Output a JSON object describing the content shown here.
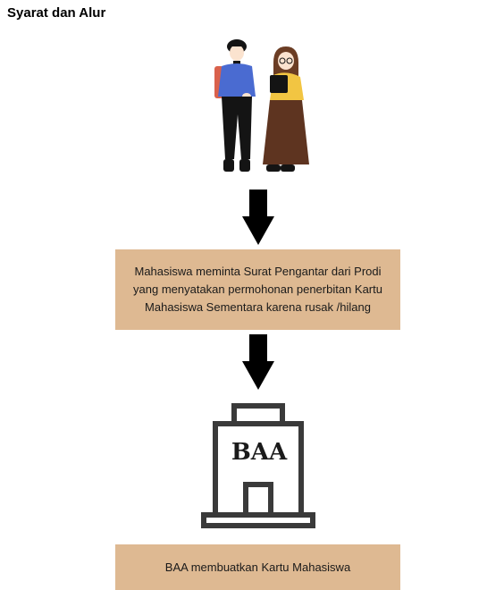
{
  "header": {
    "title": "Syarat dan Alur"
  },
  "flow": {
    "steps": [
      {
        "text": "Mahasiswa meminta Surat Pengantar dari Prodi yang menyatakan permohonan penerbitan Kartu Mahasiswa Sementara karena rusak /hilang"
      },
      {
        "text": "BAA membuatkan Kartu Mahasiswa"
      }
    ],
    "building_label": "BAA"
  },
  "colors": {
    "box_fill": "#deb992",
    "arrow": "#000000",
    "building_stroke": "#3a3a3a"
  },
  "icons": {
    "students": "students-illustration-icon",
    "arrow": "arrow-down-icon",
    "building": "building-icon"
  }
}
